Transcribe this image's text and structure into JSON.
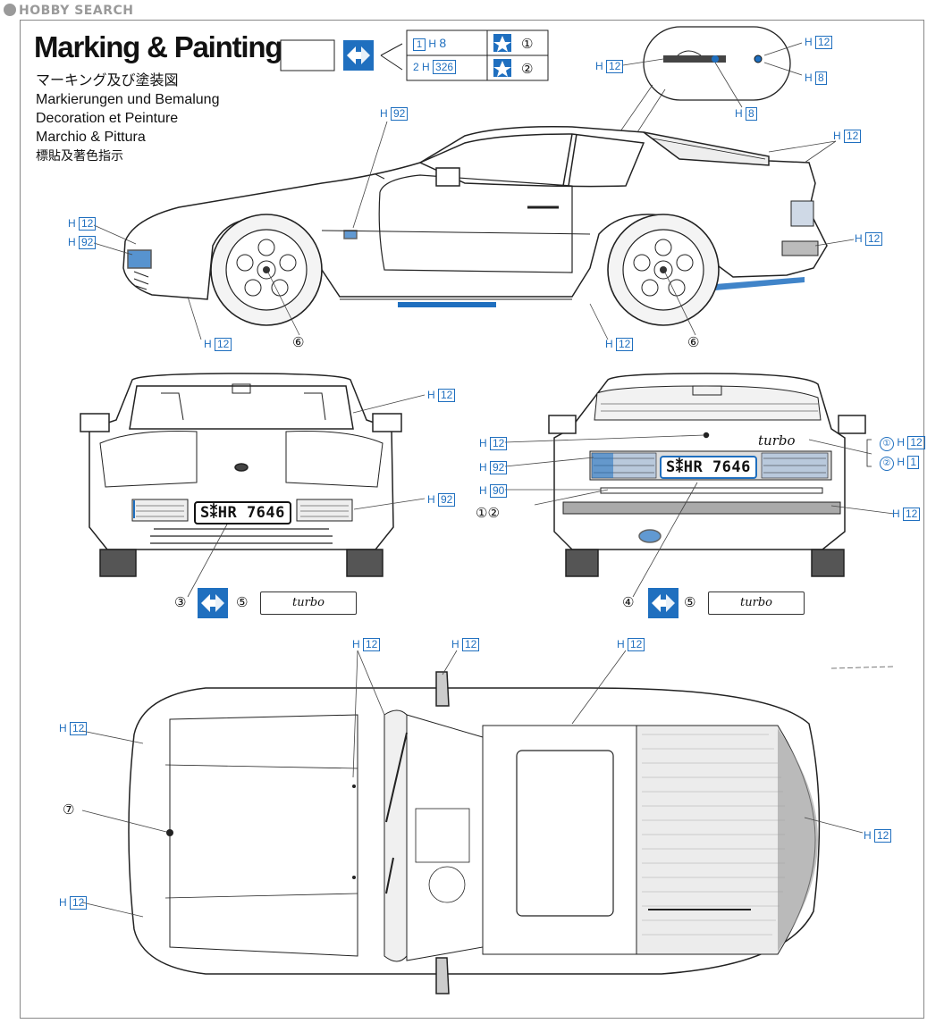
{
  "watermark": "HOBBY SEARCH",
  "header": {
    "title": "Marking & Painting",
    "subtitles": [
      "マーキング及び塗装図",
      "Markierungen und Bemalung",
      "Decoration et Peinture",
      "Marchio & Pittura",
      "標貼及著色指示"
    ]
  },
  "legend": {
    "rows": [
      {
        "num": "1",
        "paint_prefix": "H",
        "paint_code": "8",
        "decal": "①"
      },
      {
        "num": "2",
        "paint_prefix": "H",
        "paint_code": "326",
        "decal": "②"
      }
    ]
  },
  "detail_callouts": {
    "h12_right": "12",
    "h8_right": "8",
    "h12_left": "12",
    "h8_bottom": "8"
  },
  "side_view": {
    "h92_top": "92",
    "h12_roof": "12",
    "h12_front": "12",
    "h92_front": "92",
    "h12_rear": "12",
    "h12_sill_front": "12",
    "h12_sill_rear": "12",
    "wheel_decal": "⑥"
  },
  "front_view": {
    "h12_top": "12",
    "h92_side": "92",
    "plate_text": "S⁑HR 7646",
    "decal_3": "③",
    "decal_5": "⑤",
    "turbo_text": "turbo"
  },
  "rear_view": {
    "h12_top": "12",
    "h92": "92",
    "h90": "90",
    "decal_12": "①②",
    "h12_bottom": "12",
    "badge_text": "turbo",
    "bracket_1": {
      "decal": "①",
      "code": "12"
    },
    "bracket_2": {
      "decal": "②",
      "code": "1"
    },
    "plate_text": "S⁑HR 7646",
    "decal_4": "④",
    "decal_5": "⑤",
    "turbo_text": "turbo"
  },
  "top_view": {
    "h12_a": "12",
    "h12_b": "12",
    "h12_c": "12",
    "h12_left_top": "12",
    "h12_left_bottom": "12",
    "h12_rear": "12",
    "decal_7": "⑦"
  },
  "colors": {
    "accent_blue": "#1f6fbf",
    "body_line": "#222222"
  }
}
